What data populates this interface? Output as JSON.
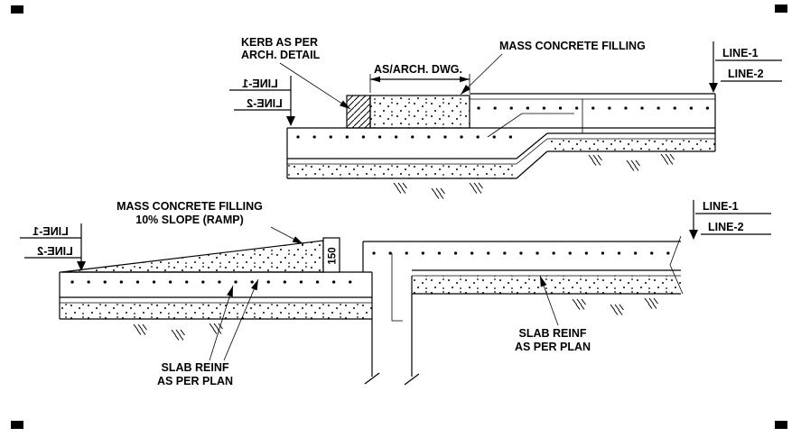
{
  "colors": {
    "ink": "#000000",
    "paper": "#ffffff"
  },
  "top_detail": {
    "kerb_label_1": "KERB AS PER",
    "kerb_label_2": "ARCH. DETAIL",
    "width_dim": "AS/ARCH. DWG.",
    "fill_label": "MASS CONCRETE FILLING"
  },
  "bottom_detail": {
    "ramp_label_1": "MASS CONCRETE FILLING",
    "ramp_label_2": "10% SLOPE (RAMP)",
    "upstand_dim": "150",
    "reinf_label_1": "SLAB REINF",
    "reinf_label_2": "AS PER PLAN"
  },
  "markers": {
    "line1": "LINE-1",
    "line2": "LINE-2"
  }
}
